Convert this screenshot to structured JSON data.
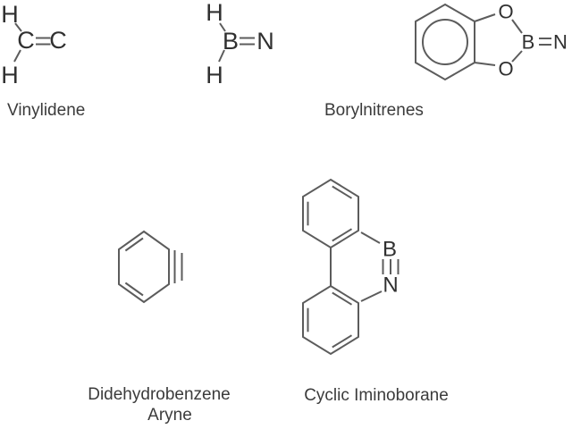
{
  "figure": {
    "description_visible_text_only": true
  },
  "colors": {
    "background": "#ffffff",
    "bond": "#5c5c5c",
    "atom": "#303030",
    "label": "#3b3b3b"
  },
  "molecules": {
    "vinylidene": {
      "label": "Vinylidene",
      "atoms": {
        "h_top": "H",
        "c_left": "C",
        "c_right": "C",
        "h_bottom": "H"
      }
    },
    "borylnitrene_parent": {
      "atoms": {
        "h_top": "H",
        "b": "B",
        "n": "N",
        "h_bottom": "H"
      }
    },
    "borylnitrene_catechol": {
      "label": "Borylnitrenes",
      "atoms": {
        "o_top": "O",
        "b": "B",
        "n": "N",
        "o_bottom": "O"
      }
    },
    "aryne": {
      "label_line1": "Didehydrobenzene",
      "label_line2": "Aryne"
    },
    "cyclic_iminoborane": {
      "label": "Cyclic Iminoborane",
      "atoms": {
        "b": "B",
        "n": "N"
      }
    }
  }
}
